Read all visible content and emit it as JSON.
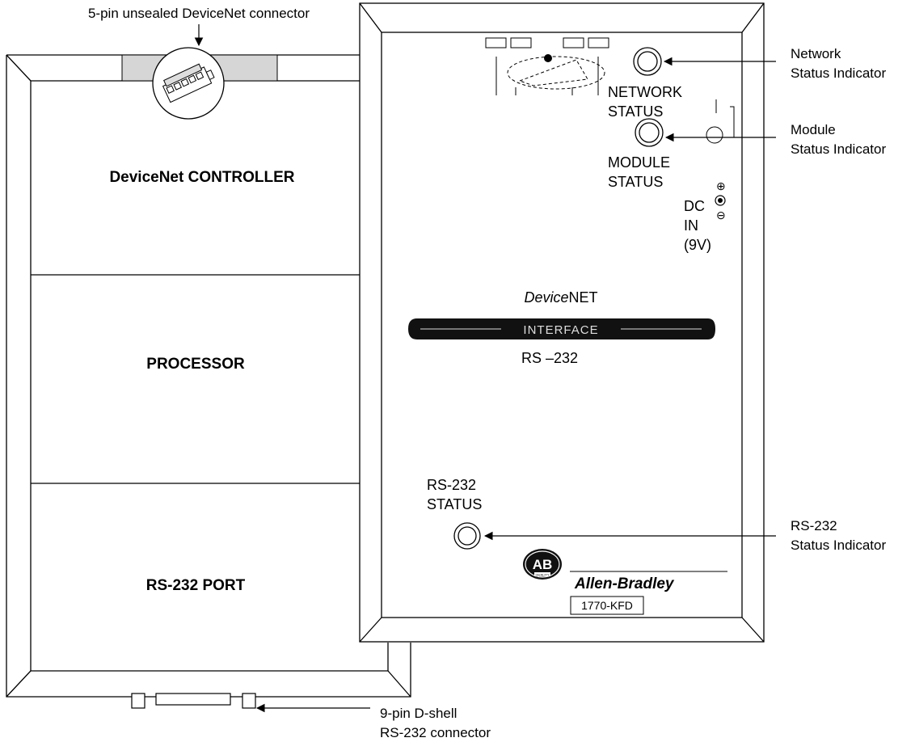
{
  "callouts": {
    "devicenet_connector": "5-pin unsealed DeviceNet connector",
    "network_indicator_1": "Network",
    "network_indicator_2": "Status Indicator",
    "module_indicator_1": "Module",
    "module_indicator_2": "Status Indicator",
    "rs232_indicator_1": "RS-232",
    "rs232_indicator_2": "Status Indicator",
    "dshell_1": "9-pin D-shell",
    "dshell_2": "RS-232 connector"
  },
  "blocks": {
    "controller": "DeviceNet CONTROLLER",
    "processor": "PROCESSOR",
    "port": "RS-232 PORT"
  },
  "panel": {
    "network_status_1": "NETWORK",
    "network_status_2": "STATUS",
    "module_status_1": "MODULE",
    "module_status_2": "STATUS",
    "dc_1": "DC",
    "dc_2": "IN",
    "dc_3": "(9V)",
    "plus_symbol": "⊕",
    "minus_symbol": "⊖",
    "brand_italic": "Device",
    "brand_rest": "NET",
    "interface_label": "INTERFACE",
    "rs232_label": "RS –232",
    "rs232_status_1": "RS-232",
    "rs232_status_2": "STATUS",
    "ab_logo": "AB",
    "ab_quality": "QUALITY",
    "maker": "Allen-Bradley",
    "model": "1770-KFD"
  }
}
